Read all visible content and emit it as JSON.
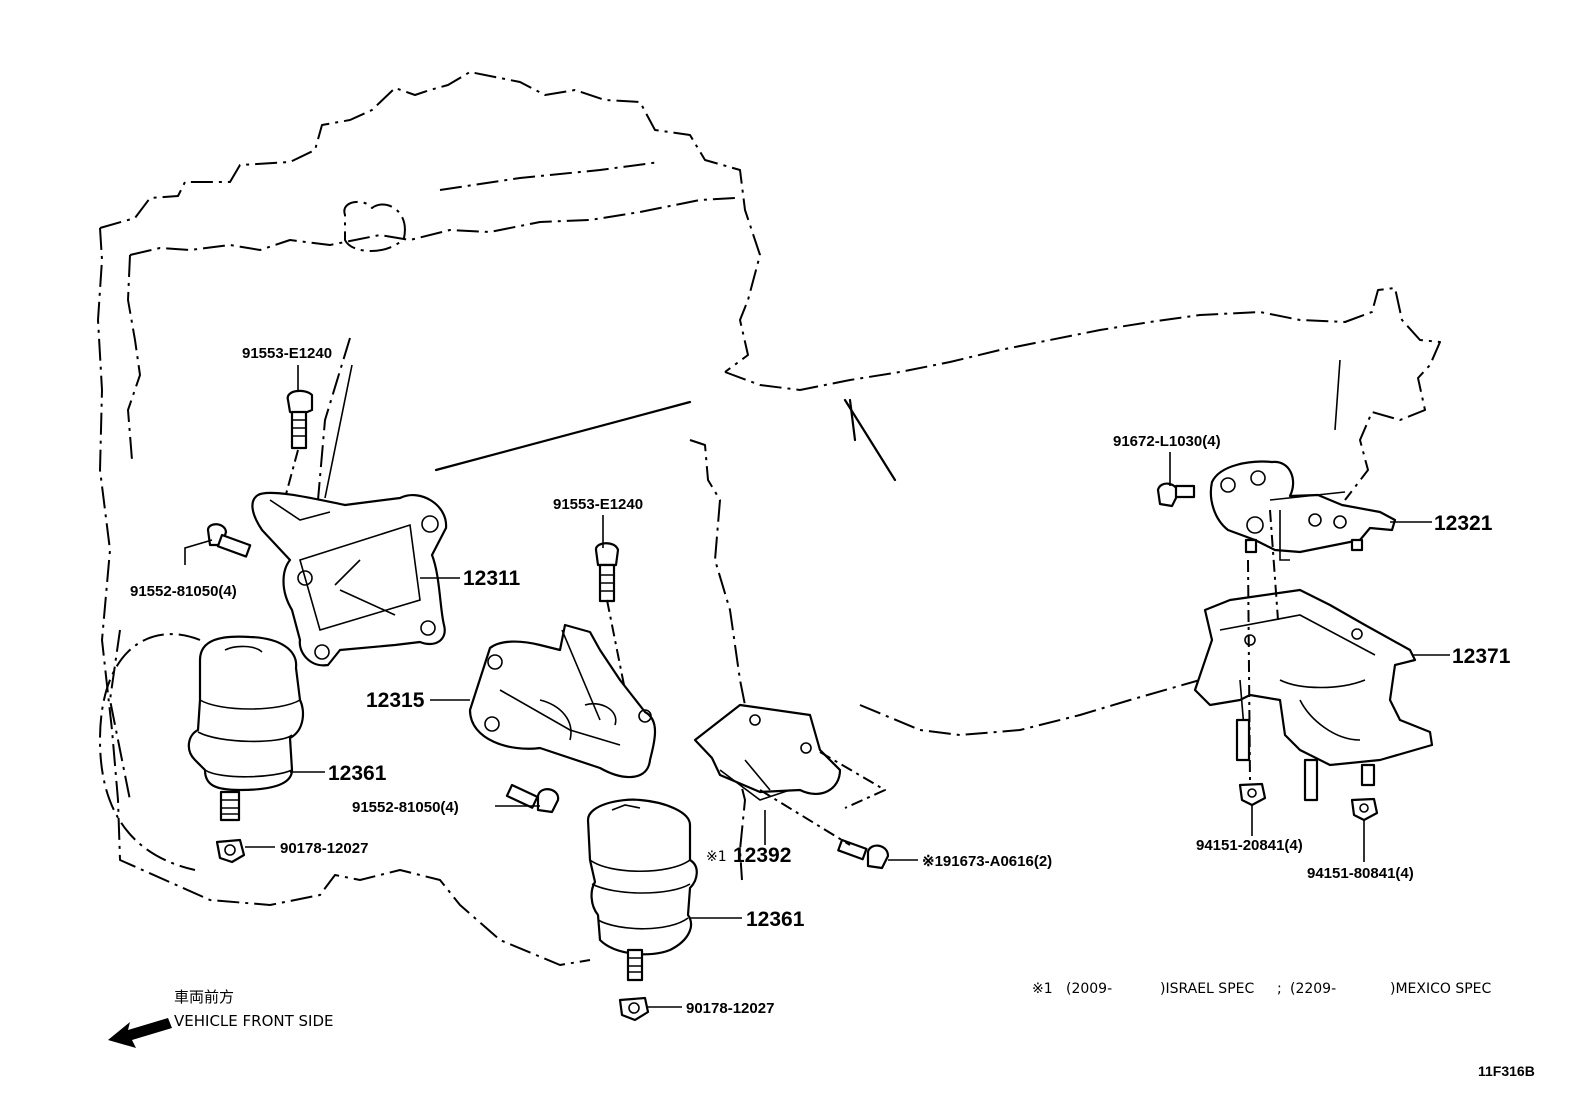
{
  "labels": {
    "p12311": "12311",
    "p12315": "12315",
    "p12361_left": "12361",
    "p12361_center": "12361",
    "p12392": "12392",
    "p12392_prefix": "※1",
    "p12321": "12321",
    "p12371": "12371",
    "bolt_91553_top_left": "91553-E1240",
    "bolt_91553_center": "91553-E1240",
    "bolt_91552_left": "91552-81050(4)",
    "bolt_91552_center": "91552-81050(4)",
    "nut_90178_left": "90178-12027",
    "nut_90178_center": "90178-12027",
    "bolt_91672": "91672-L1030(4)",
    "bolt_91673": "※191673-A0616(2)",
    "nut_94151_20841": "94151-20841(4)",
    "nut_94151_80841": "94151-80841(4)"
  },
  "legend": {
    "front_jp": "車両前方",
    "front_en": "VEHICLE FRONT SIDE"
  },
  "footnote": {
    "mark": "※1",
    "israel_from": "(2009-",
    "israel_spec": ")ISRAEL SPEC",
    "separator": ";",
    "mexico_from": "(2209-",
    "mexico_spec": ")MEXICO SPEC"
  },
  "illustration_code": "11F316B"
}
